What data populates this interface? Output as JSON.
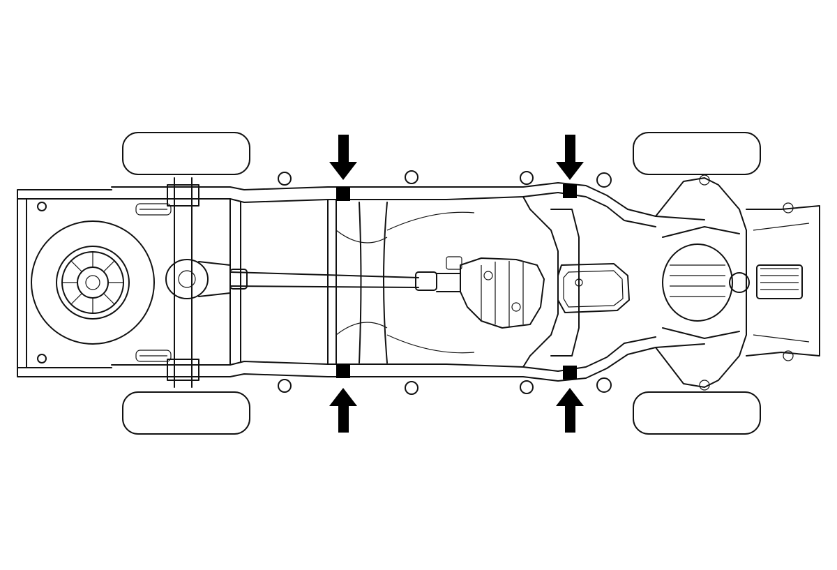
{
  "diagram": {
    "subject": "vehicle-chassis-underside",
    "colors": {
      "line": "#111111",
      "background": "#ffffff",
      "marker": "#000000"
    },
    "lift_points": [
      {
        "id": "left-front-of-rear",
        "arrow": "down"
      },
      {
        "id": "left-rear-of-front",
        "arrow": "down"
      },
      {
        "id": "right-front-of-rear",
        "arrow": "up"
      },
      {
        "id": "right-rear-of-front",
        "arrow": "up"
      }
    ],
    "wheels": 4,
    "has_spare_tire": true
  }
}
